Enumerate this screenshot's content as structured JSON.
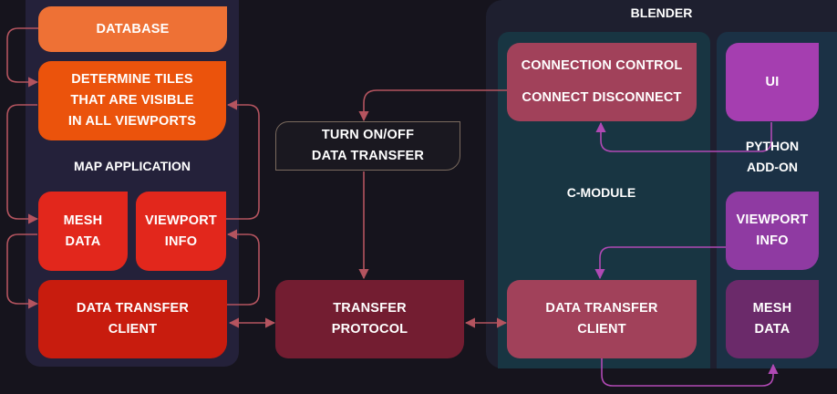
{
  "colors": {
    "background": "#16141d",
    "map_panel": "#24213a",
    "blender_panel": "#1e1f2f",
    "c_module_panel": "#183542",
    "python_panel": "#1b3145",
    "arrow": "#b4545f",
    "arrow_purple": "#b049b4"
  },
  "map_application": {
    "label": "MAP APPLICATION",
    "database": "DATABASE",
    "determine_tiles": [
      "DETERMINE TILES",
      "THAT ARE VISIBLE",
      "IN ALL VIEWPORTS"
    ],
    "mesh_data": [
      "MESH",
      "DATA"
    ],
    "viewport_info": [
      "VIEWPORT",
      "INFO"
    ],
    "data_transfer_client": [
      "DATA TRANSFER",
      "CLIENT"
    ]
  },
  "middle": {
    "turn_on_off": [
      "TURN ON/OFF",
      "DATA TRANSFER"
    ],
    "transfer_protocol": [
      "TRANSFER",
      "PROTOCOL"
    ]
  },
  "blender": {
    "label": "BLENDER",
    "c_module": {
      "label": "C-MODULE",
      "connection_control": [
        "CONNECTION CONTROL",
        "CONNECT DISCONNECT"
      ],
      "data_transfer_client": [
        "DATA TRANSFER",
        "CLIENT"
      ]
    },
    "python_addon": {
      "label": [
        "PYTHON",
        "ADD-ON"
      ],
      "ui": "UI",
      "viewport_info": [
        "VIEWPORT",
        "INFO"
      ],
      "mesh_data": [
        "MESH",
        "DATA"
      ]
    }
  }
}
